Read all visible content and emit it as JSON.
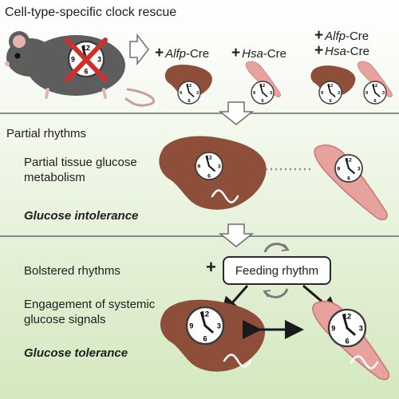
{
  "panel1": {
    "title": "Cell-type-specific clock rescue",
    "cre1": {
      "plus": "+",
      "gene": "Alfp",
      "suffix": "-Cre"
    },
    "cre2": {
      "plus": "+",
      "gene": "Hsa",
      "suffix": "-Cre"
    },
    "cre3a": {
      "plus": "+",
      "gene": "Alfp",
      "suffix": "-Cre"
    },
    "cre3b": {
      "plus": "+",
      "gene": "Hsa",
      "suffix": "-Cre"
    }
  },
  "panel2": {
    "line1": "Partial rhythms",
    "line2a": "Partial tissue glucose",
    "line2b": "metabolism",
    "outcome": "Glucose intolerance"
  },
  "panel3": {
    "line1": "Bolstered rhythms",
    "plus": "+",
    "feeding": "Feeding rhythm",
    "line2a": "Engagement of systemic",
    "line2b": "glucose signals",
    "outcome": "Glucose tolerance"
  },
  "clock": {
    "n12": "12",
    "n3": "3",
    "n6": "6",
    "n9": "9"
  },
  "icons": [
    "mouse-icon",
    "liver-icon",
    "muscle-icon",
    "clock-icon",
    "cross-mark-icon",
    "hollow-arrow-icon",
    "cycle-arrows-icon",
    "wave-icon"
  ],
  "colors": {
    "liver": "#8d4e3a",
    "muscle": "#e8a29d",
    "cross": "#d0302a",
    "background_bottom": "#d3e8bf",
    "divider": "#8a8a8a"
  }
}
